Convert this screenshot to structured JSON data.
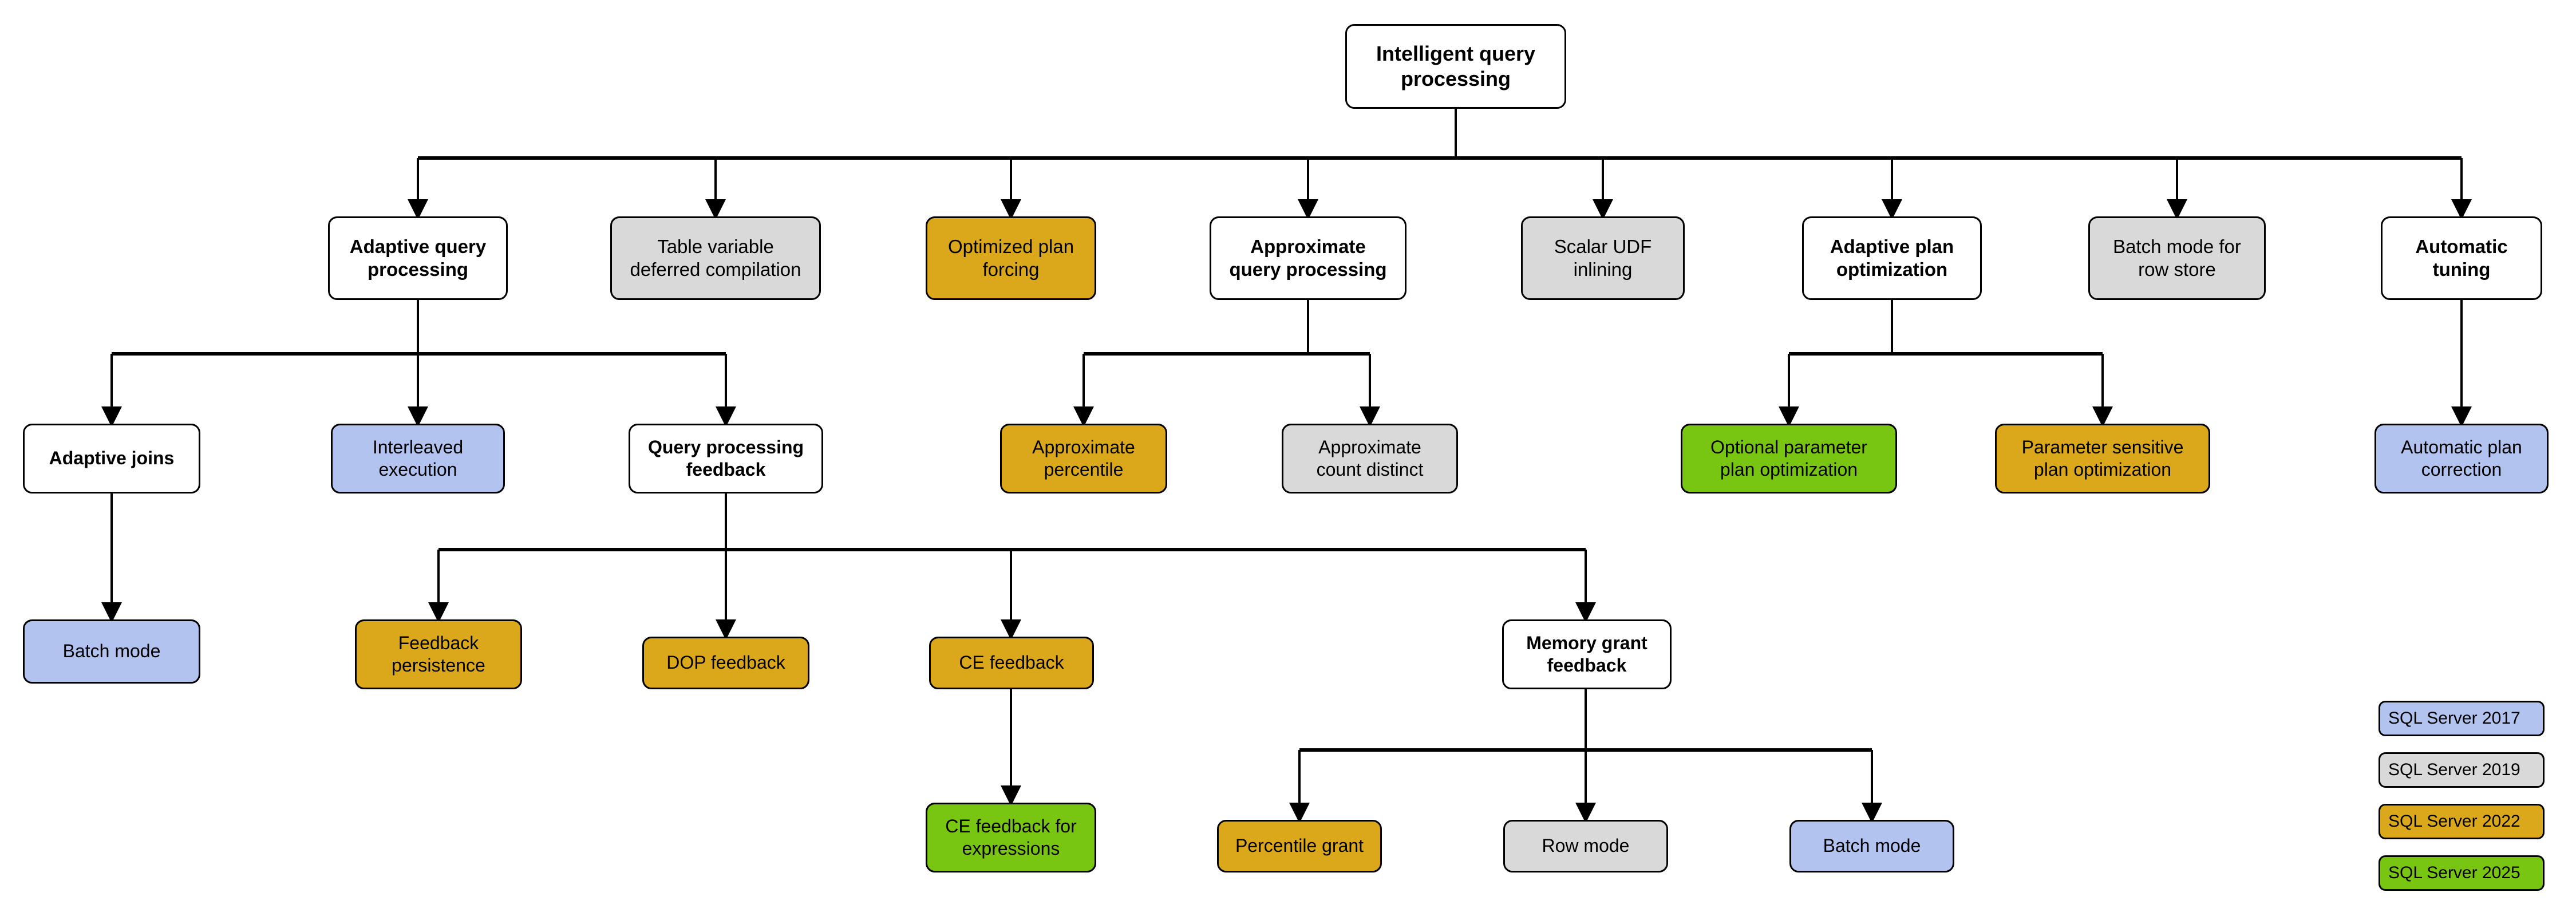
{
  "diagram": {
    "title": "Intelligent query processing",
    "type": "tree-hierarchy",
    "background": "#ffffff"
  },
  "palette": {
    "white": "#ffffff",
    "gray": "#d9d9d9",
    "gold": "#dba81c",
    "blue": "#b3c3f0",
    "green": "#78c612",
    "stroke": "#000000"
  },
  "nodes": {
    "root": {
      "label": "Intelligent query\nprocessing",
      "color": "white"
    },
    "adaptive_query_processing": {
      "label": "Adaptive query\nprocessing",
      "color": "white"
    },
    "table_variable_deferred_compilation": {
      "label": "Table variable\ndeferred compilation",
      "color": "gray"
    },
    "optimized_plan_forcing": {
      "label": "Optimized plan\nforcing",
      "color": "gold"
    },
    "approximate_query_processing": {
      "label": "Approximate\nquery processing",
      "color": "white"
    },
    "scalar_udf_inlining": {
      "label": "Scalar UDF\ninlining",
      "color": "gray"
    },
    "adaptive_plan_optimization": {
      "label": "Adaptive plan\noptimization",
      "color": "white"
    },
    "batch_mode_for_row_store": {
      "label": "Batch mode for\nrow store",
      "color": "gray"
    },
    "automatic_tuning": {
      "label": "Automatic\ntuning",
      "color": "white"
    },
    "adaptive_joins": {
      "label": "Adaptive joins",
      "color": "white"
    },
    "interleaved_execution": {
      "label": "Interleaved\nexecution",
      "color": "blue"
    },
    "query_processing_feedback": {
      "label": "Query processing\nfeedback",
      "color": "white"
    },
    "approximate_percentile": {
      "label": "Approximate\npercentile",
      "color": "gold"
    },
    "approximate_count_distinct": {
      "label": "Approximate\ncount distinct",
      "color": "gray"
    },
    "optional_parameter_plan_optimization": {
      "label": "Optional parameter\nplan optimization",
      "color": "green"
    },
    "parameter_sensitive_plan_optimization": {
      "label": "Parameter sensitive\nplan optimization",
      "color": "gold"
    },
    "automatic_plan_correction": {
      "label": "Automatic plan\ncorrection",
      "color": "blue"
    },
    "batch_mode": {
      "label": "Batch mode",
      "color": "blue"
    },
    "feedback_persistence": {
      "label": "Feedback\npersistence",
      "color": "gold"
    },
    "dop_feedback": {
      "label": "DOP feedback",
      "color": "gold"
    },
    "ce_feedback": {
      "label": "CE feedback",
      "color": "gold"
    },
    "memory_grant_feedback": {
      "label": "Memory grant\nfeedback",
      "color": "white"
    },
    "ce_feedback_for_expressions": {
      "label": "CE feedback for\nexpressions",
      "color": "green"
    },
    "percentile_grant": {
      "label": "Percentile grant",
      "color": "gold"
    },
    "row_mode": {
      "label": "Row mode",
      "color": "gray"
    },
    "batch_mode_mgf": {
      "label": "Batch mode",
      "color": "blue"
    }
  },
  "legend": {
    "items": [
      {
        "label": "SQL Server 2017",
        "color": "blue"
      },
      {
        "label": "SQL Server 2019",
        "color": "gray"
      },
      {
        "label": "SQL Server 2022",
        "color": "gold"
      },
      {
        "label": "SQL Server 2025",
        "color": "green"
      }
    ]
  },
  "edges": [
    {
      "from": "root",
      "to": "adaptive_query_processing"
    },
    {
      "from": "root",
      "to": "table_variable_deferred_compilation"
    },
    {
      "from": "root",
      "to": "optimized_plan_forcing"
    },
    {
      "from": "root",
      "to": "approximate_query_processing"
    },
    {
      "from": "root",
      "to": "scalar_udf_inlining"
    },
    {
      "from": "root",
      "to": "adaptive_plan_optimization"
    },
    {
      "from": "root",
      "to": "batch_mode_for_row_store"
    },
    {
      "from": "root",
      "to": "automatic_tuning"
    },
    {
      "from": "adaptive_query_processing",
      "to": "adaptive_joins"
    },
    {
      "from": "adaptive_query_processing",
      "to": "interleaved_execution"
    },
    {
      "from": "adaptive_query_processing",
      "to": "query_processing_feedback"
    },
    {
      "from": "approximate_query_processing",
      "to": "approximate_percentile"
    },
    {
      "from": "approximate_query_processing",
      "to": "approximate_count_distinct"
    },
    {
      "from": "adaptive_plan_optimization",
      "to": "optional_parameter_plan_optimization"
    },
    {
      "from": "adaptive_plan_optimization",
      "to": "parameter_sensitive_plan_optimization"
    },
    {
      "from": "automatic_tuning",
      "to": "automatic_plan_correction"
    },
    {
      "from": "adaptive_joins",
      "to": "batch_mode"
    },
    {
      "from": "query_processing_feedback",
      "to": "feedback_persistence"
    },
    {
      "from": "query_processing_feedback",
      "to": "dop_feedback"
    },
    {
      "from": "query_processing_feedback",
      "to": "ce_feedback"
    },
    {
      "from": "query_processing_feedback",
      "to": "memory_grant_feedback"
    },
    {
      "from": "ce_feedback",
      "to": "ce_feedback_for_expressions"
    },
    {
      "from": "memory_grant_feedback",
      "to": "percentile_grant"
    },
    {
      "from": "memory_grant_feedback",
      "to": "row_mode"
    },
    {
      "from": "memory_grant_feedback",
      "to": "batch_mode_mgf"
    }
  ]
}
